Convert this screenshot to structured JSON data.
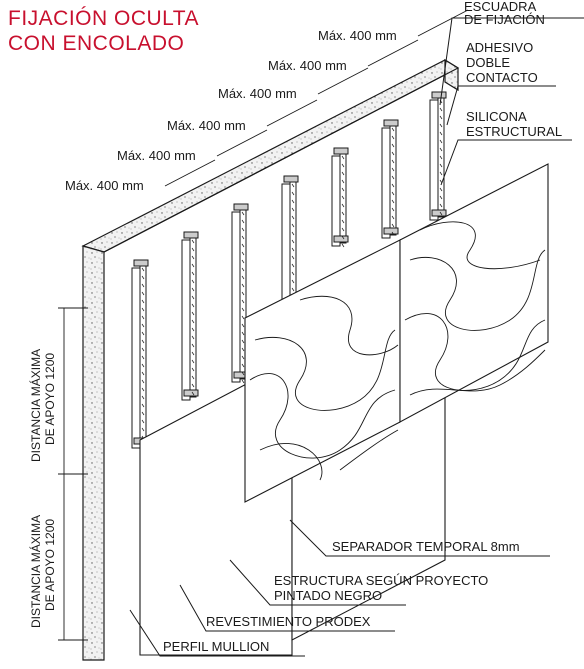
{
  "title": {
    "line1": "FIJACIÓN OCULTA",
    "line2": "CON ENCOLADO"
  },
  "colors": {
    "title": "#c8102e",
    "lines": "#1a1a1a",
    "concrete": "#eeeeee",
    "background": "#ffffff"
  },
  "spacing_labels": [
    "Máx. 400 mm",
    "Máx. 400 mm",
    "Máx. 400 mm",
    "Máx. 400 mm",
    "Máx. 400 mm",
    "Máx. 400 mm"
  ],
  "callouts": {
    "escuadra": [
      "ESCUADRA",
      "DE FIJACIÓN"
    ],
    "adhesivo": [
      "ADHESIVO",
      "DOBLE",
      "CONTACTO"
    ],
    "silicona": [
      "SILICONA",
      "ESTRUCTURAL"
    ],
    "separador": "SEPARADOR TEMPORAL 8mm",
    "estructura": [
      "ESTRUCTURA SEGÚN PROYECTO",
      "PINTADO NEGRO"
    ],
    "revestimiento": "REVESTIMIENTO PRODEX",
    "perfil": "PERFIL MULLION"
  },
  "vertical_labels": {
    "upper": [
      "DISTANCIA MÁXIMA",
      "DE APOYO 1200"
    ],
    "lower": [
      "DISTANCIA MÁXIMA",
      "DE APOYO 1200"
    ]
  }
}
